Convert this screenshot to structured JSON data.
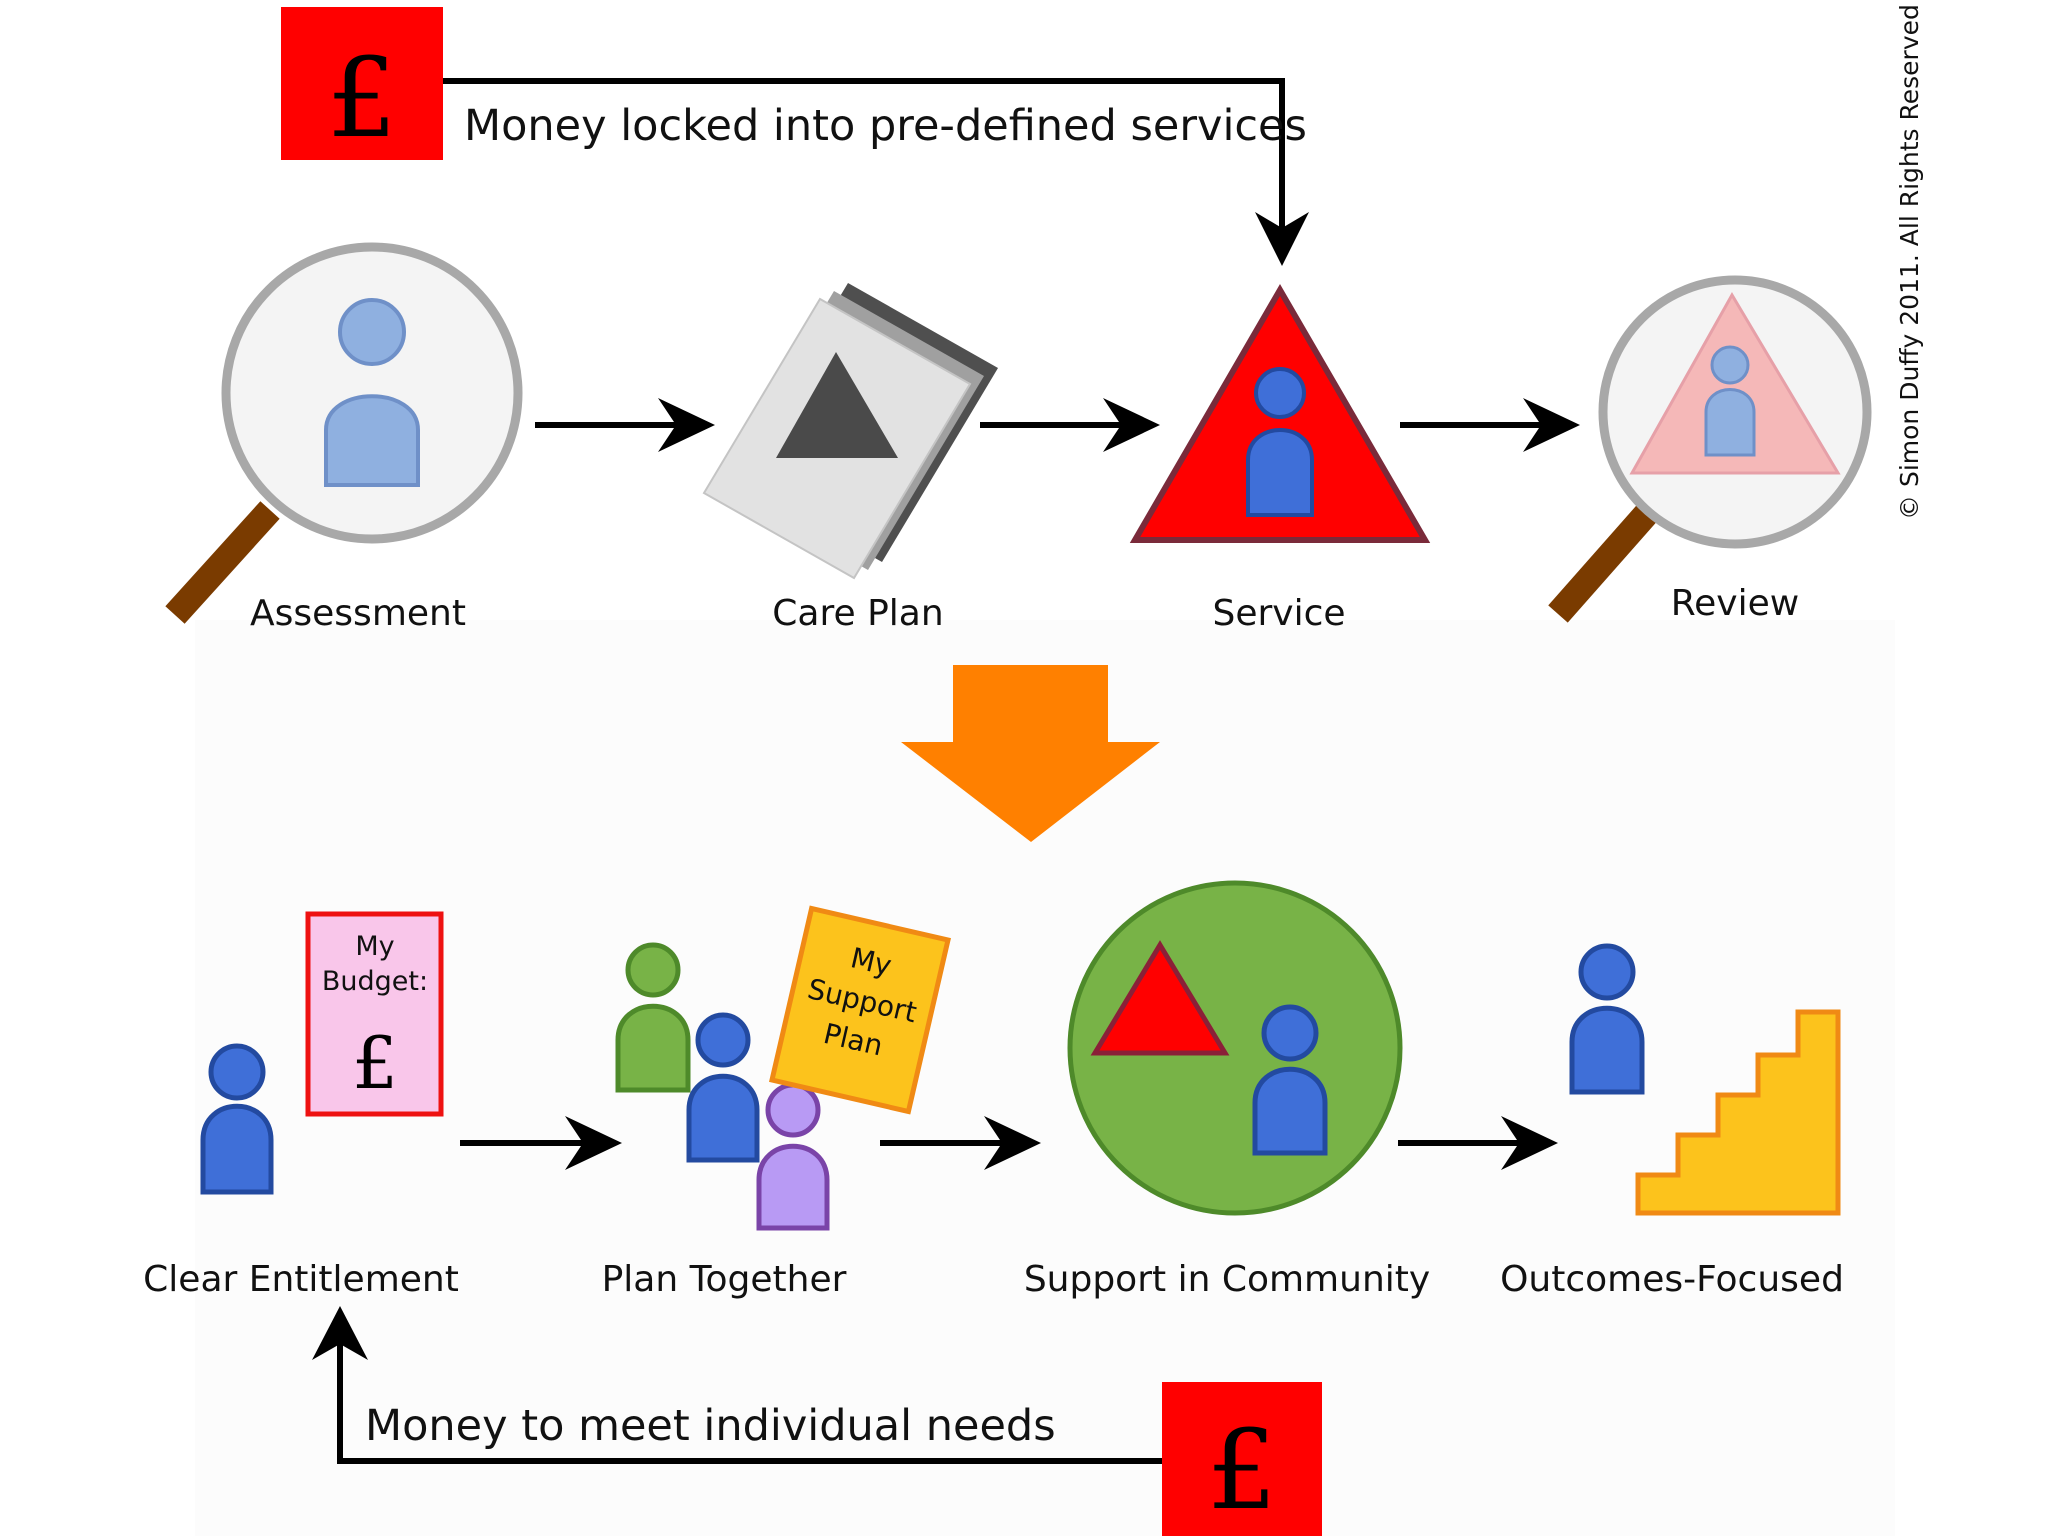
{
  "top_flow": {
    "money_label": "Money locked into pre-defined services",
    "money_symbol": "£",
    "stages": [
      {
        "label": "Assessment"
      },
      {
        "label": "Care Plan"
      },
      {
        "label": "Service"
      },
      {
        "label": "Review"
      }
    ]
  },
  "bottom_flow": {
    "money_label": "Money to meet individual needs",
    "money_symbol": "£",
    "budget_card": {
      "line1": "My",
      "line2": "Budget:",
      "symbol": "£"
    },
    "support_plan_card": {
      "line1": "My",
      "line2": "Support",
      "line3": "Plan"
    },
    "stages": [
      {
        "label": "Clear Entitlement"
      },
      {
        "label": "Plan Together"
      },
      {
        "label": "Support in Community"
      },
      {
        "label": "Outcomes-Focused"
      }
    ]
  },
  "copyright": "© Simon Duffy 2011. All Rights Reserved",
  "colors": {
    "red": "#ff0000",
    "orange": "#ff8000",
    "green": "#78b347",
    "blue": "#3f6fd8",
    "gold": "#fcc31c",
    "pink": "#f9c6ea"
  }
}
